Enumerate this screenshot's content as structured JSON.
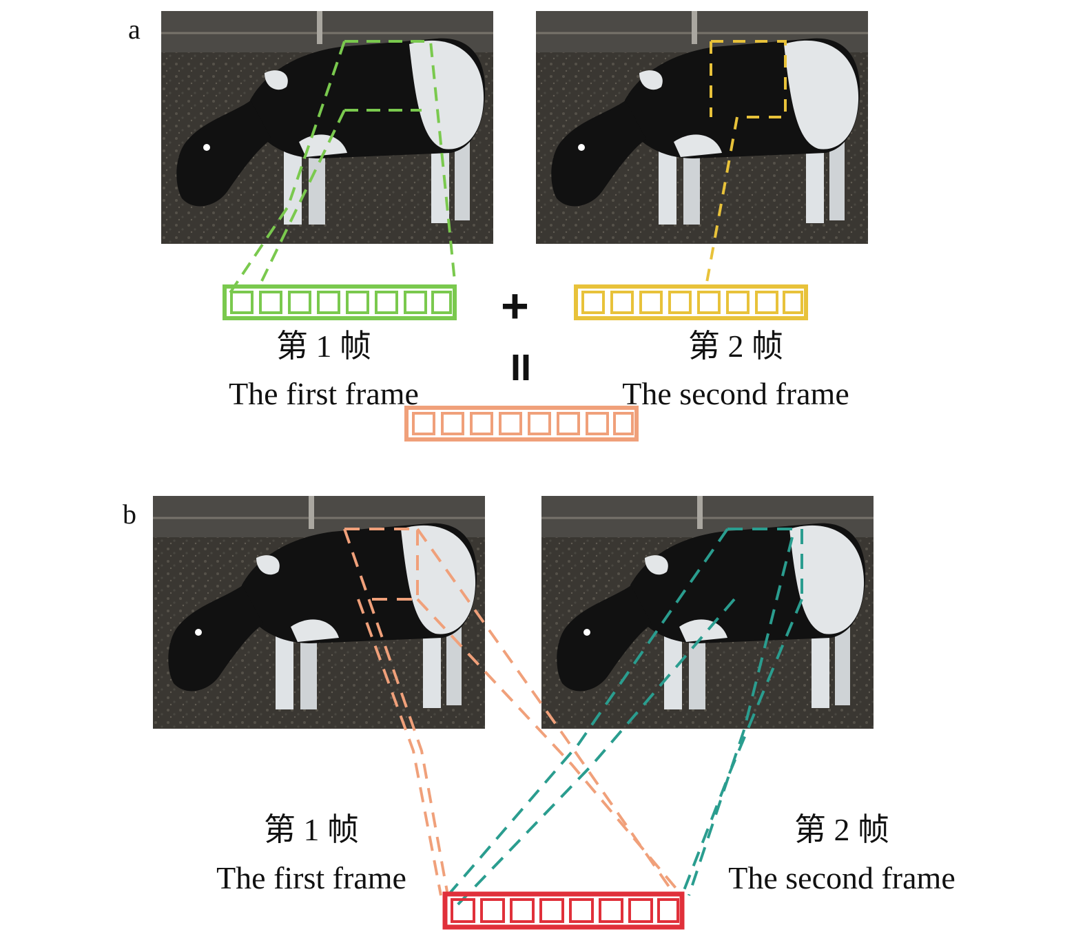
{
  "panel_a": {
    "label": "a",
    "frame1_caption_cn": "第 1 帧",
    "frame1_caption_en": "The first frame",
    "frame2_caption_cn": "第 2 帧",
    "frame2_caption_en": "The second frame",
    "plus_symbol": "+",
    "equals_symbol": "II"
  },
  "panel_b": {
    "label": "b",
    "frame1_caption_cn": "第 1 帧",
    "frame1_caption_en": "The first frame",
    "frame2_caption_cn": "第 2 帧",
    "frame2_caption_en": "The second frame"
  },
  "colors": {
    "frame1_vector_a": "#7ac94e",
    "frame2_vector_a": "#e8c23a",
    "fused_vector_a": "#f0a07a",
    "frame1_lines_b": "#f0a07a",
    "frame2_lines_b": "#2a9d8f",
    "fused_vector_b": "#e0303a"
  },
  "vector_cells": 8
}
